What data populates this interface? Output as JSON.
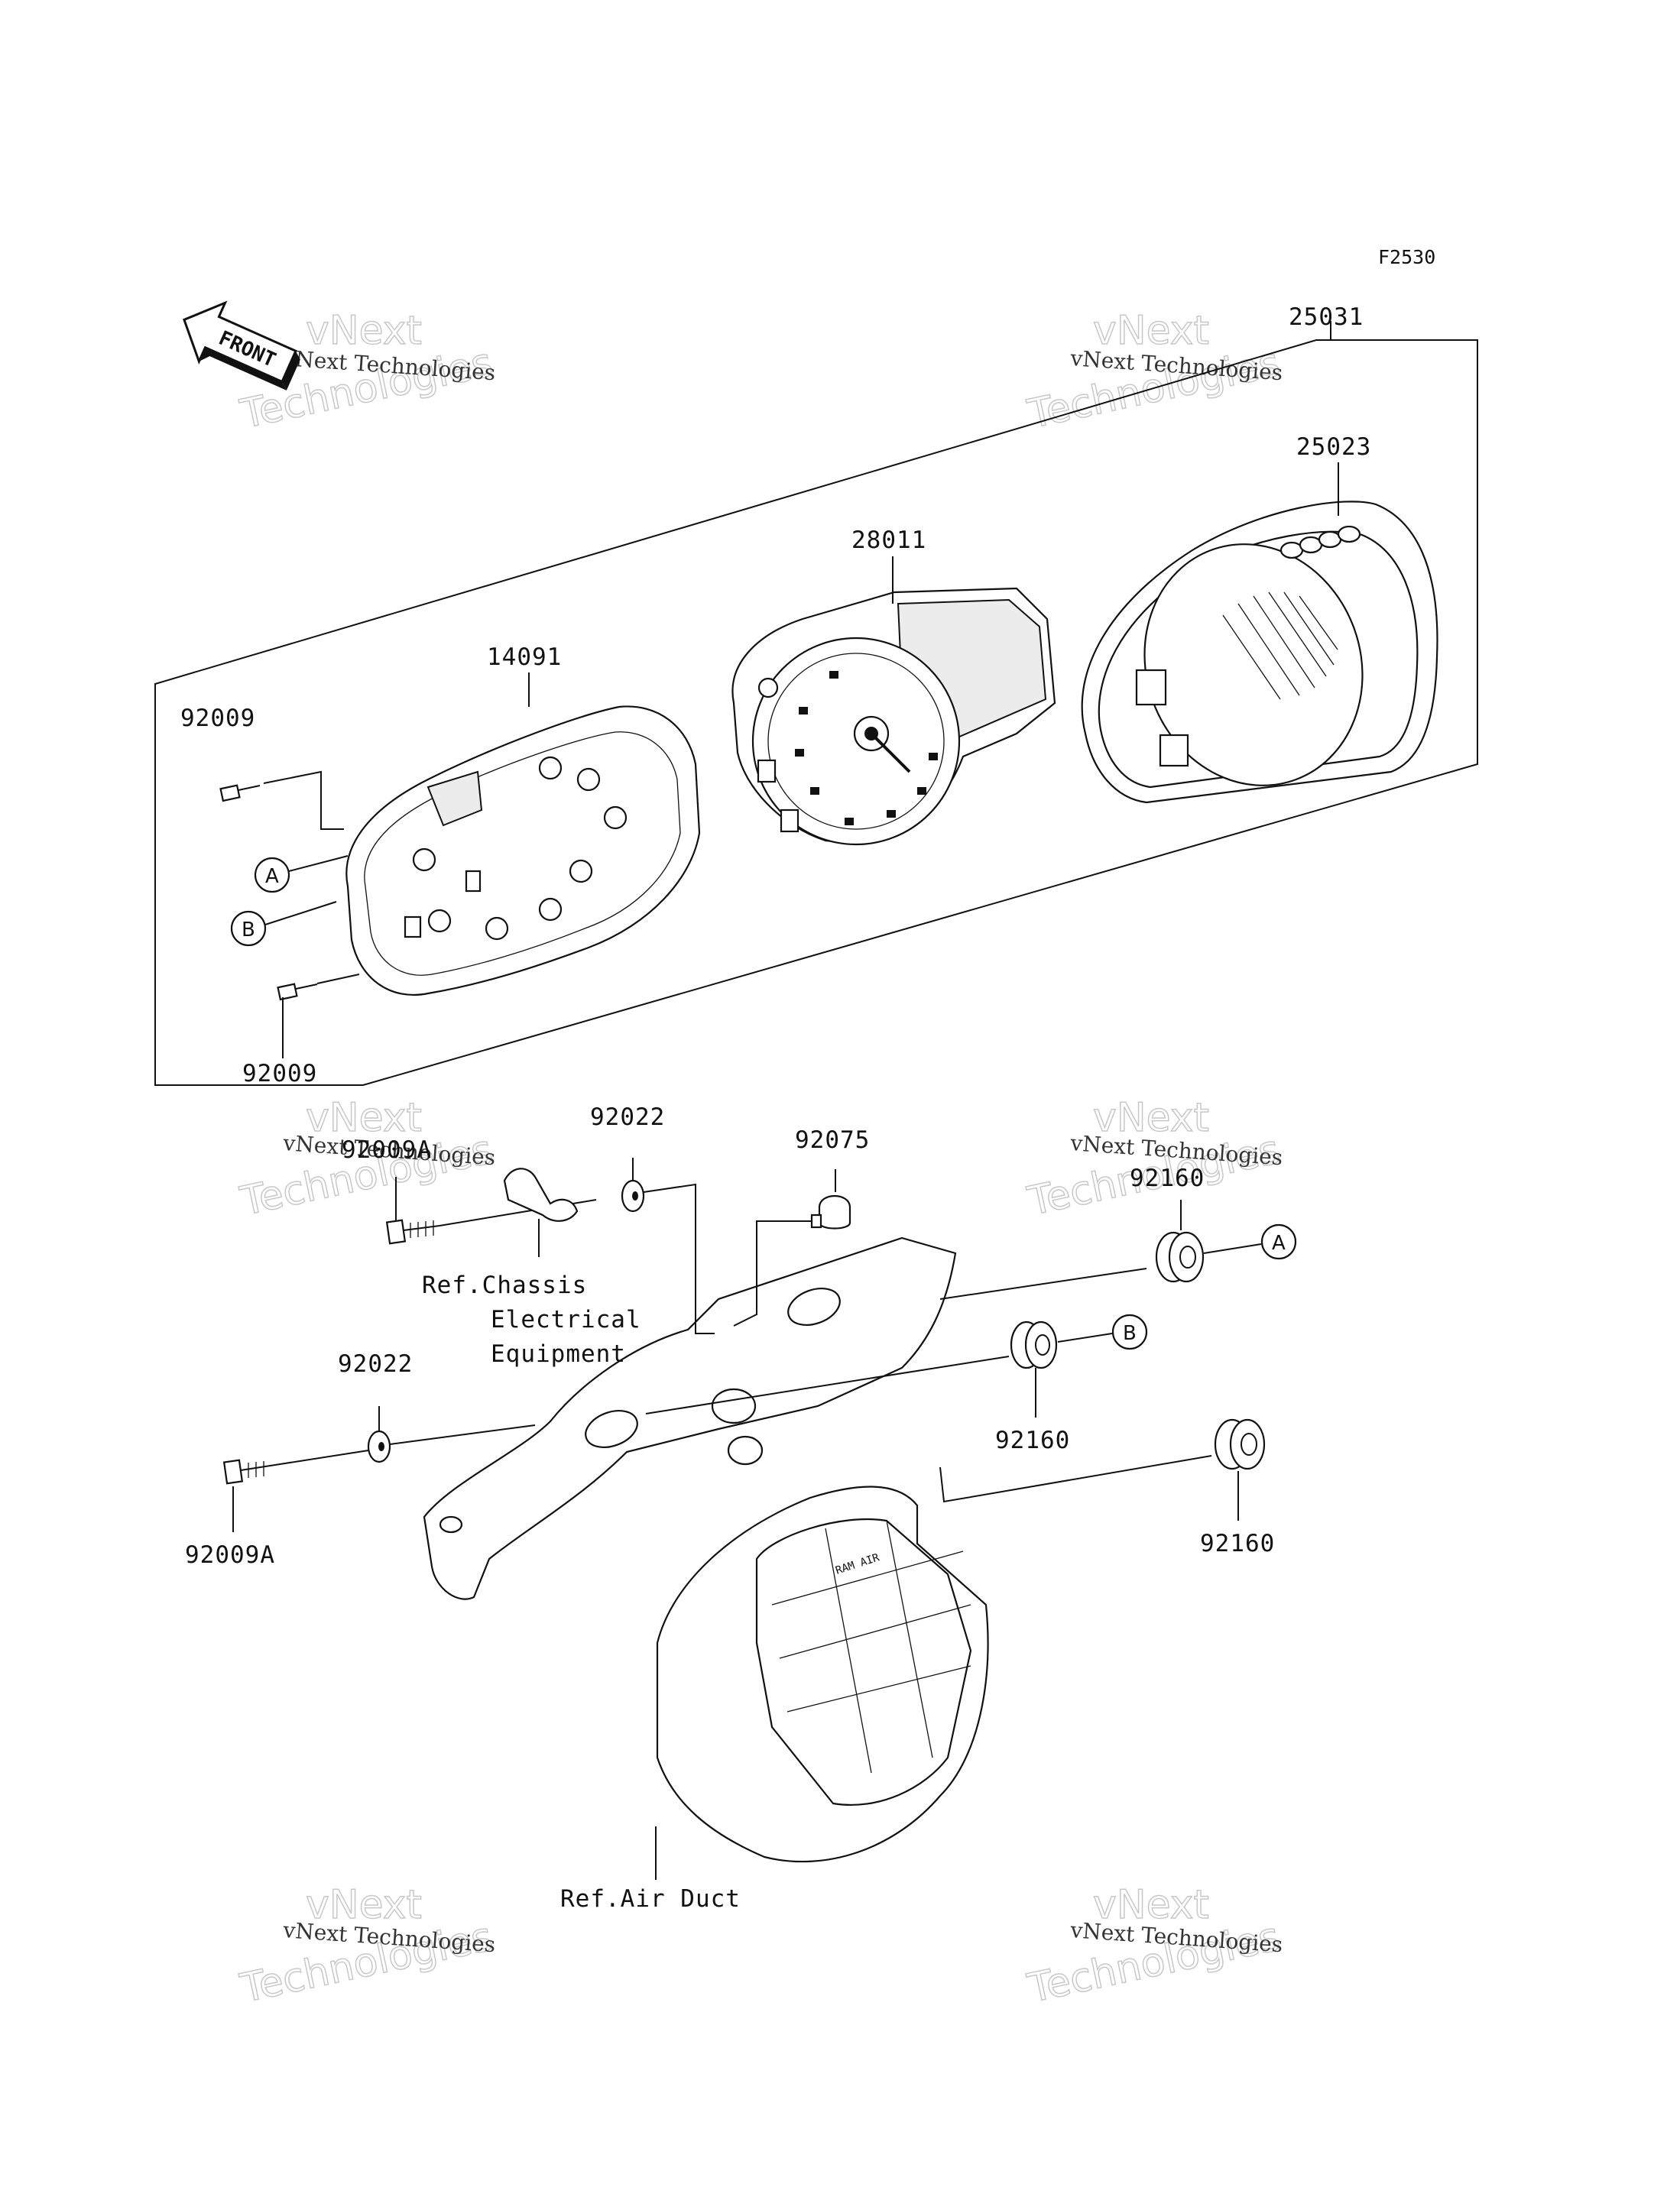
{
  "figure_code": "F2530",
  "front_arrow": "FRONT",
  "watermark": {
    "line1": "vNext Technologies",
    "big_top": "vNext",
    "big_bottom": "Technologies"
  },
  "part_labels": {
    "p25031": "25031",
    "p25023": "25023",
    "p28011": "28011",
    "p14091": "14091",
    "p92009_top": "92009",
    "p92009_bottom": "92009",
    "p92022_top": "92022",
    "p92022_left": "92022",
    "p92075": "92075",
    "p92009A_top": "92009A",
    "p92009A_left": "92009A",
    "p92160_top": "92160",
    "p92160_mid": "92160",
    "p92160_bottom": "92160"
  },
  "references": {
    "chassis_line1": "Ref.Chassis",
    "chassis_line2": "Electrical",
    "chassis_line3": "Equipment",
    "air_duct": "Ref.Air Duct"
  },
  "callouts": {
    "a": "A",
    "b": "B"
  },
  "gauge_brand": "RAM AIR"
}
